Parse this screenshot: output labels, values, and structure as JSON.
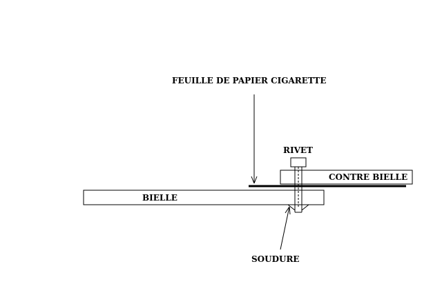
{
  "labels": {
    "paper": "FEUILLE DE PAPIER CIGARETTE",
    "rivet": "RIVET",
    "counter_rod": "CONTRE BIELLE",
    "rod": "BIELLE",
    "weld": "SOUDURE"
  },
  "colors": {
    "stroke": "#000000",
    "background": "#ffffff"
  }
}
